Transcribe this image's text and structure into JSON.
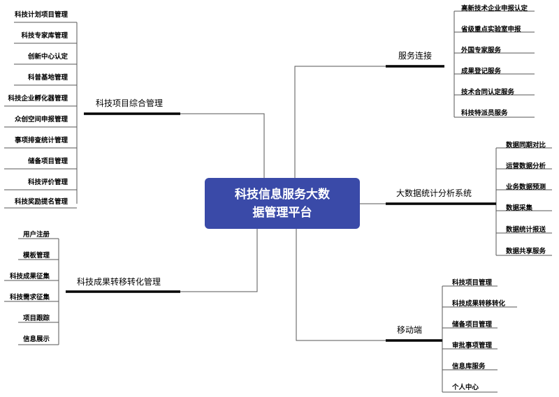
{
  "center": {
    "line1": "科技信息服务大数",
    "line2": "据管理平台"
  },
  "branches": {
    "kjxm": {
      "label": "科技项目综合管理",
      "items": [
        "科技计划项目管理",
        "科技专家库管理",
        "创新中心认定",
        "科普基地管理",
        "科技企业孵化器管理",
        "众创空间申报管理",
        "事项排查统计管理",
        "储备项目管理",
        "科技评价管理",
        "科技奖励提名管理"
      ]
    },
    "cgzh": {
      "label": "科技成果转移转化管理",
      "items": [
        "用户注册",
        "模板管理",
        "科技成果征集",
        "科技需求征集",
        "项目跟踪",
        "信息展示"
      ]
    },
    "fwlj": {
      "label": "服务连接",
      "items": [
        "高新技术企业申报认定",
        "省级重点实验室申报",
        "外国专家服务",
        "成果登记服务",
        "技术合同认定服务",
        "科技特派员服务"
      ]
    },
    "dsj": {
      "label": "大数据统计分析系统",
      "items": [
        "数据同期对比",
        "运营数据分析",
        "业务数据预测",
        "数据采集",
        "数据统计报送",
        "数据共享服务"
      ]
    },
    "ydd": {
      "label": "移动端",
      "items": [
        "科技项目管理",
        "科技成果转移转化",
        "储备项目管理",
        "审批事项管理",
        "信息库服务",
        "个人中心"
      ]
    }
  }
}
